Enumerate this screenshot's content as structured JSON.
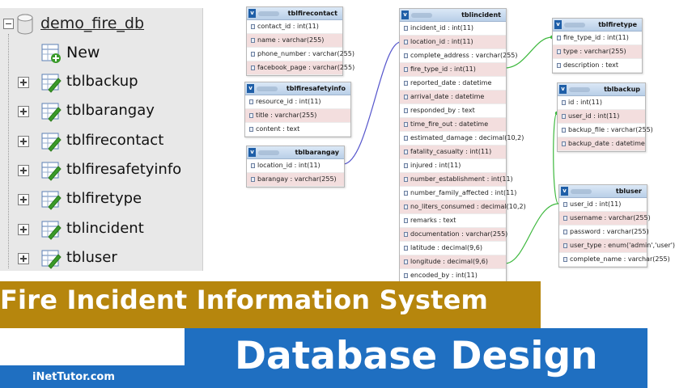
{
  "tree": {
    "database": "demo_fire_db",
    "new_label": "New",
    "tables": [
      "tblbackup",
      "tblbarangay",
      "tblfirecontact",
      "tblfiresafetyinfo",
      "tblfiretype",
      "tblincident",
      "tbluser"
    ]
  },
  "er_tables": {
    "tblfirecontact": {
      "name": "tblfirecontact",
      "columns": [
        "contact_id : int(11)",
        "name : varchar(255)",
        "phone_number : varchar(255)",
        "facebook_page : varchar(255)"
      ]
    },
    "tblfiresafetyinfo": {
      "name": "tblfiresafetyinfo",
      "columns": [
        "resource_id : int(11)",
        "title : varchar(255)",
        "content : text"
      ]
    },
    "tblbarangay": {
      "name": "tblbarangay",
      "columns": [
        "location_id : int(11)",
        "barangay : varchar(255)"
      ]
    },
    "tblincident": {
      "name": "tblincident",
      "columns": [
        "incident_id : int(11)",
        "location_id : int(11)",
        "complete_address : varchar(255)",
        "fire_type_id : int(11)",
        "reported_date : datetime",
        "arrival_date : datetime",
        "responded_by : text",
        "time_fire_out : datetime",
        "estimated_damage : decimal(10,2)",
        "fatality_casualty : int(11)",
        "injured : int(11)",
        "number_establishment : int(11)",
        "number_family_affected : int(11)",
        "no_liters_consumed : decimal(10,2)",
        "remarks : text",
        "documentation : varchar(255)",
        "latitude : decimal(9,6)",
        "longitude : decimal(9,6)",
        "encoded_by : int(11)"
      ]
    },
    "tblfiretype": {
      "name": "tblfiretype",
      "columns": [
        "fire_type_id : int(11)",
        "type : varchar(255)",
        "description : text"
      ]
    },
    "tblbackup": {
      "name": "tblbackup",
      "columns": [
        "id : int(11)",
        "user_id : int(11)",
        "backup_file : varchar(255)",
        "backup_date : datetime"
      ]
    },
    "tbluser": {
      "name": "tbluser",
      "columns": [
        "user_id : int(11)",
        "username : varchar(255)",
        "password : varchar(255)",
        "user_type : enum('admin','user')",
        "complete_name : varchar(255)"
      ]
    }
  },
  "banner": {
    "title": "Fire Incident Information System",
    "subtitle": "Database Design",
    "brand": "iNetTutor.com"
  },
  "colors": {
    "gold_banner": "#b6860d",
    "blue_banner": "#1f6fc1",
    "relation_blue": "#5555cc",
    "relation_green": "#3db83d"
  }
}
